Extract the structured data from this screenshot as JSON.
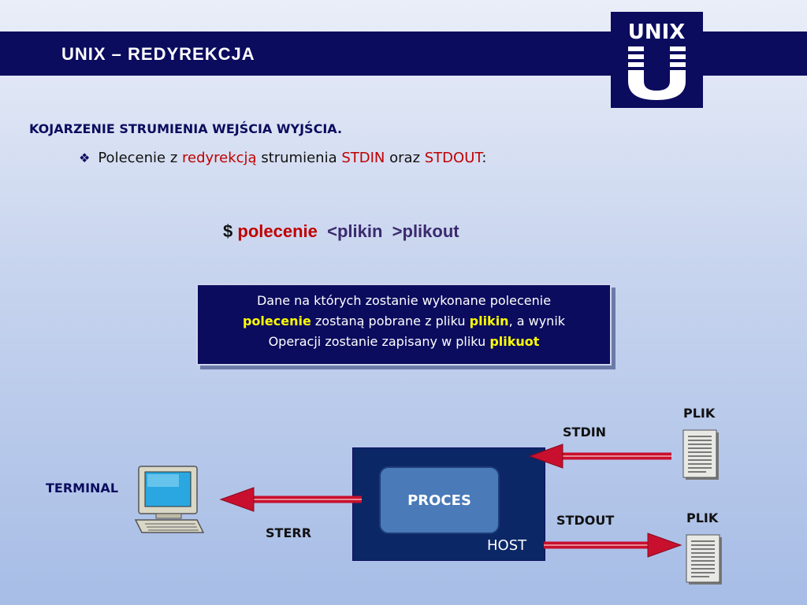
{
  "header": {
    "title": "UNIX – REDYREKCJA",
    "logo_text": "UNIX"
  },
  "content": {
    "heading": "KOJARZENIE STRUMIENIA WEJŚCIA WYJŚCIA.",
    "bullet": {
      "part1": "Polecenie z ",
      "part2": "redyrekcją",
      "part3": " strumienia ",
      "part4": "STDIN",
      "part5": " oraz ",
      "part6": "STDOUT",
      "part7": ":"
    },
    "command": {
      "dollar": "$",
      "cmd": "polecenie",
      "lt": "<",
      "in": "plikin",
      "gt": ">",
      "out": "plikout"
    },
    "info": {
      "line1": "Dane na których zostanie wykonane polecenie",
      "hl1": "polecenie",
      "mid1": " zostaną pobrane z pliku ",
      "hl2": "plikin",
      "mid2": ", a wynik",
      "line3": "Operacji zostanie zapisany w pliku ",
      "hl3": "plikuot"
    }
  },
  "diagram": {
    "terminal_label": "TERMINAL",
    "proces_label": "PROCES",
    "host_label": "HOST",
    "stdin_label": "STDIN",
    "stdout_label": "STDOUT",
    "sterr_label": "STERR",
    "file_in_label": "PLIK",
    "file_out_label": "PLIK"
  },
  "colors": {
    "navy": "#0b0c5e",
    "accent_red": "#c00000",
    "arrow_red": "#c8102e",
    "highlight": "#ffff00"
  }
}
